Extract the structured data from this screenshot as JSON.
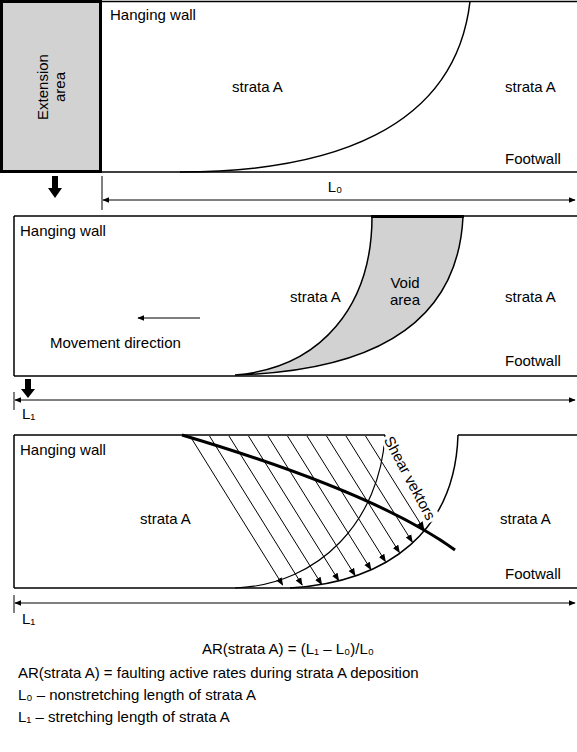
{
  "diagram": {
    "nodes": [
      {
        "text": [
          "Extension area"
        ]
      },
      {
        "text": [
          "Void area"
        ]
      }
    ],
    "labels": [
      "Hanging wall",
      "strata A",
      "strata A",
      "Footwall",
      "L₀",
      "Hanging wall",
      "strata A",
      "strata A",
      "Movement direction",
      "Footwall",
      "L₁",
      "Hanging wall",
      "Shear vektors",
      "strata A",
      "strata A",
      "Footwall",
      "L₁",
      "AR(strata A) = (L₁ – L₀)/L₀",
      "AR(strata A) = faulting active rates during strata A deposition",
      "L₀ – nonstretching length of strata A",
      "L₁ – stretching length of strata A"
    ]
  }
}
